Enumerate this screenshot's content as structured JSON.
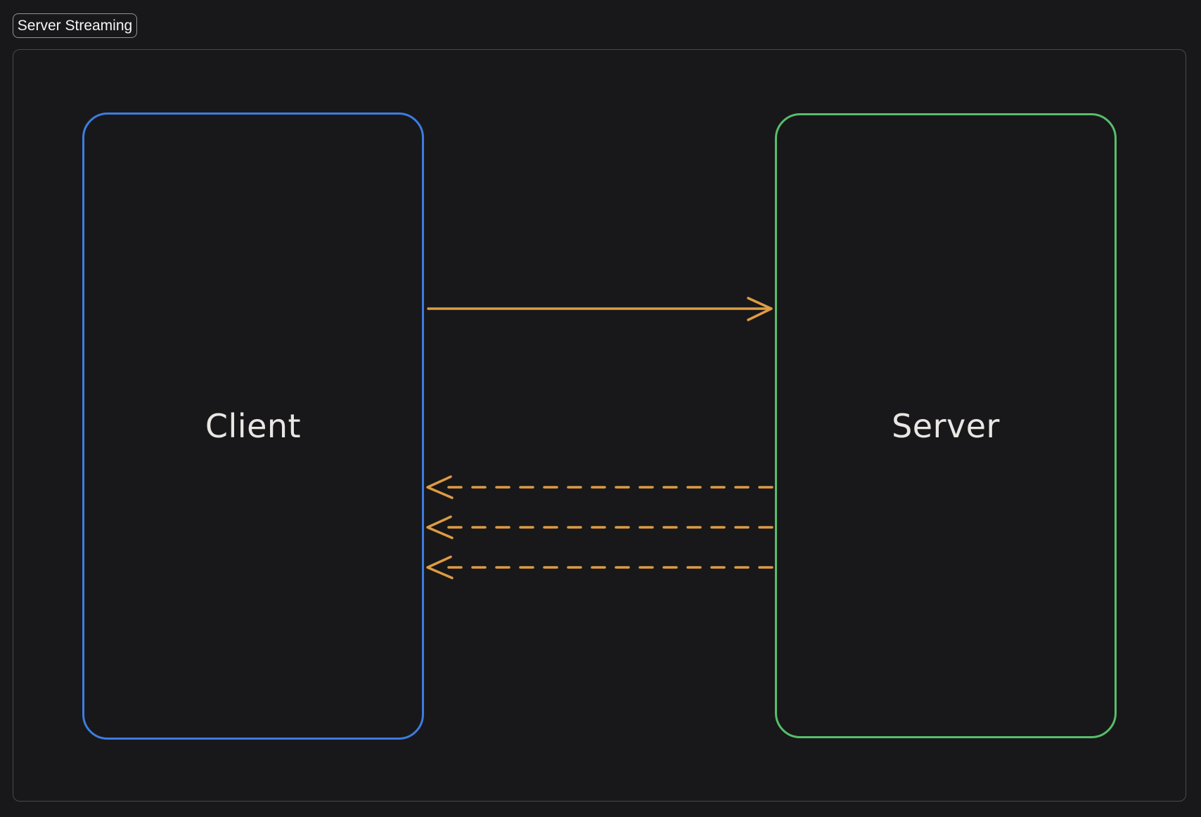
{
  "header": {
    "mode_label": "Server Streaming"
  },
  "diagram": {
    "client": {
      "label": "Client",
      "stroke_color": "#3d7ce0"
    },
    "server": {
      "label": "Server",
      "stroke_color": "#58bd6b"
    },
    "arrows": {
      "color": "#dd9c43",
      "request": {
        "from": "Client",
        "to": "Server",
        "style": "solid"
      },
      "responses": [
        {
          "from": "Server",
          "to": "Client",
          "style": "dashed"
        },
        {
          "from": "Server",
          "to": "Client",
          "style": "dashed"
        },
        {
          "from": "Server",
          "to": "Client",
          "style": "dashed"
        }
      ]
    }
  },
  "colors": {
    "bg": "#18181a",
    "text": "#e9e7e3",
    "chip_border": "#909398",
    "chip_text": "#f4f5f6",
    "canvas_border": "#47494d",
    "accent_blue": "#3d7ce0",
    "accent_green": "#58bd6b",
    "accent_orange": "#dd9c43"
  }
}
